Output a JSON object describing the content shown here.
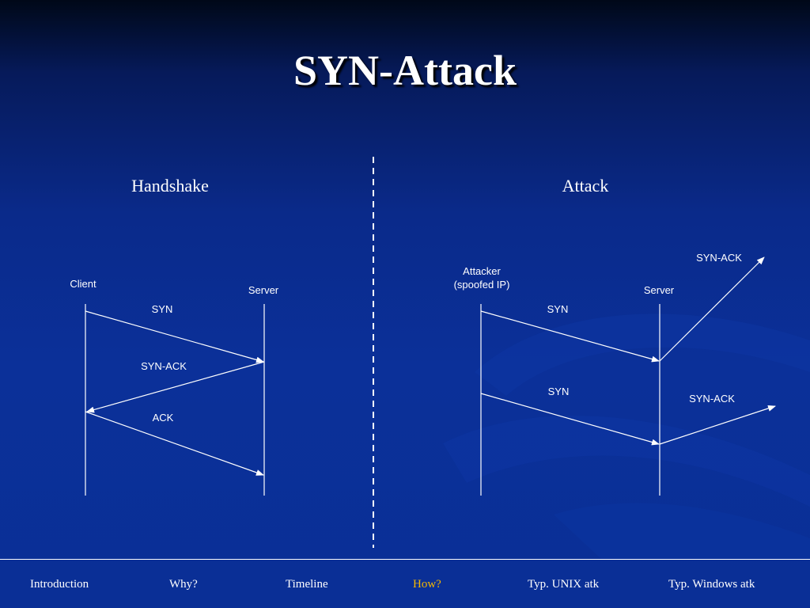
{
  "title": "SYN-Attack",
  "sections": {
    "left_heading": "Handshake",
    "right_heading": "Attack"
  },
  "handshake": {
    "client_label": "Client",
    "server_label": "Server",
    "msg_syn": "SYN",
    "msg_synack": "SYN-ACK",
    "msg_ack": "ACK"
  },
  "attack": {
    "attacker_label_line1": "Attacker",
    "attacker_label_line2": "(spoofed IP)",
    "server_label": "Server",
    "msg_syn_1": "SYN",
    "msg_synack_1": "SYN-ACK",
    "msg_syn_2": "SYN",
    "msg_synack_2": "SYN-ACK"
  },
  "nav": {
    "items": [
      {
        "label": "Introduction"
      },
      {
        "label": "Why?"
      },
      {
        "label": "Timeline"
      },
      {
        "label": "How?"
      },
      {
        "label": "Typ. UNIX atk"
      },
      {
        "label": "Typ. Windows atk"
      }
    ],
    "active_index": 3
  },
  "colors": {
    "text": "#ffffff",
    "active_nav": "#f5b800",
    "background": "#0a2f96"
  }
}
